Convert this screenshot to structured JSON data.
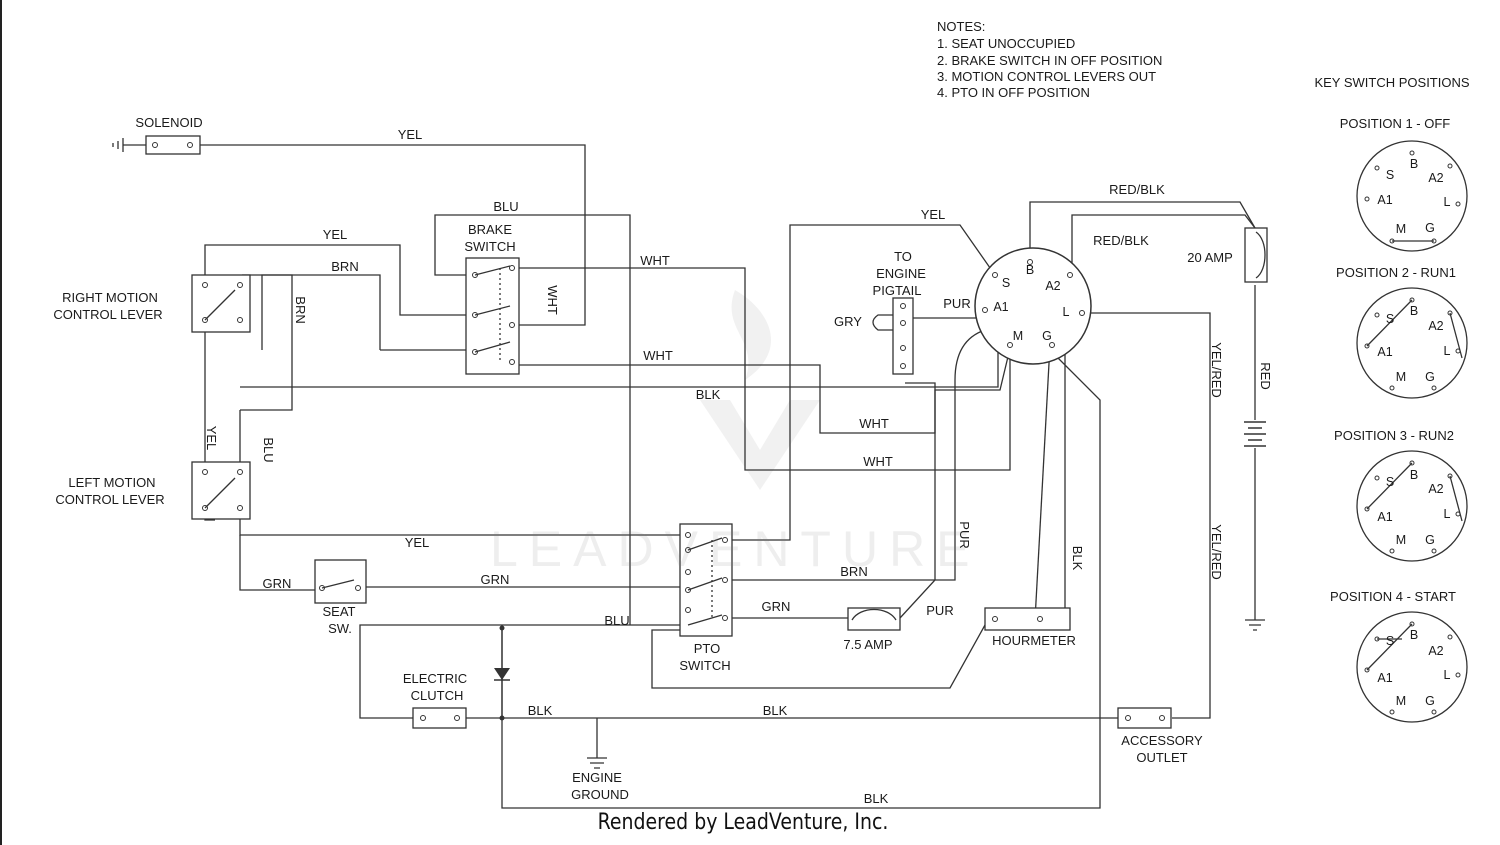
{
  "notes": {
    "heading": "NOTES:",
    "items": [
      "1.  SEAT UNOCCUPIED",
      "2.  BRAKE SWITCH IN OFF POSITION",
      "3.  MOTION CONTROL LEVERS OUT",
      "4.  PTO IN OFF POSITION"
    ]
  },
  "key_switch": {
    "title": "KEY SWITCH POSITIONS",
    "positions": [
      "POSITION 1 - OFF",
      "POSITION 2 - RUN1",
      "POSITION 3 - RUN2",
      "POSITION 4 - START"
    ],
    "terminals": [
      "S",
      "B",
      "A2",
      "A1",
      "L",
      "M",
      "G"
    ]
  },
  "components": {
    "solenoid": "SOLENOID",
    "brake_switch": [
      "BRAKE",
      "SWITCH"
    ],
    "right_lever": [
      "RIGHT MOTION",
      "CONTROL LEVER"
    ],
    "left_lever": [
      "LEFT MOTION",
      "CONTROL LEVER"
    ],
    "engine_pigtail": [
      "TO",
      "ENGINE",
      "PIGTAIL"
    ],
    "seat_switch": [
      "SEAT",
      "SW."
    ],
    "electric_clutch": [
      "ELECTRIC",
      "CLUTCH"
    ],
    "pto_switch": [
      "PTO",
      "SWITCH"
    ],
    "fuse_small": "7.5 AMP",
    "fuse_main": "20 AMP",
    "hourmeter": "HOURMETER",
    "accessory_outlet": [
      "ACCESSORY",
      "OUTLET"
    ],
    "engine_ground": [
      "ENGINE",
      "GROUND"
    ]
  },
  "wire_labels": {
    "yel": "YEL",
    "blu": "BLU",
    "brn": "BRN",
    "wht": "WHT",
    "blk": "BLK",
    "grn": "GRN",
    "pur": "PUR",
    "gry": "GRY",
    "red": "RED",
    "red_blk": "RED/BLK",
    "yel_red": "YEL/RED"
  },
  "watermark": "LEADVENTURE",
  "footer": "Rendered by LeadVenture, Inc."
}
